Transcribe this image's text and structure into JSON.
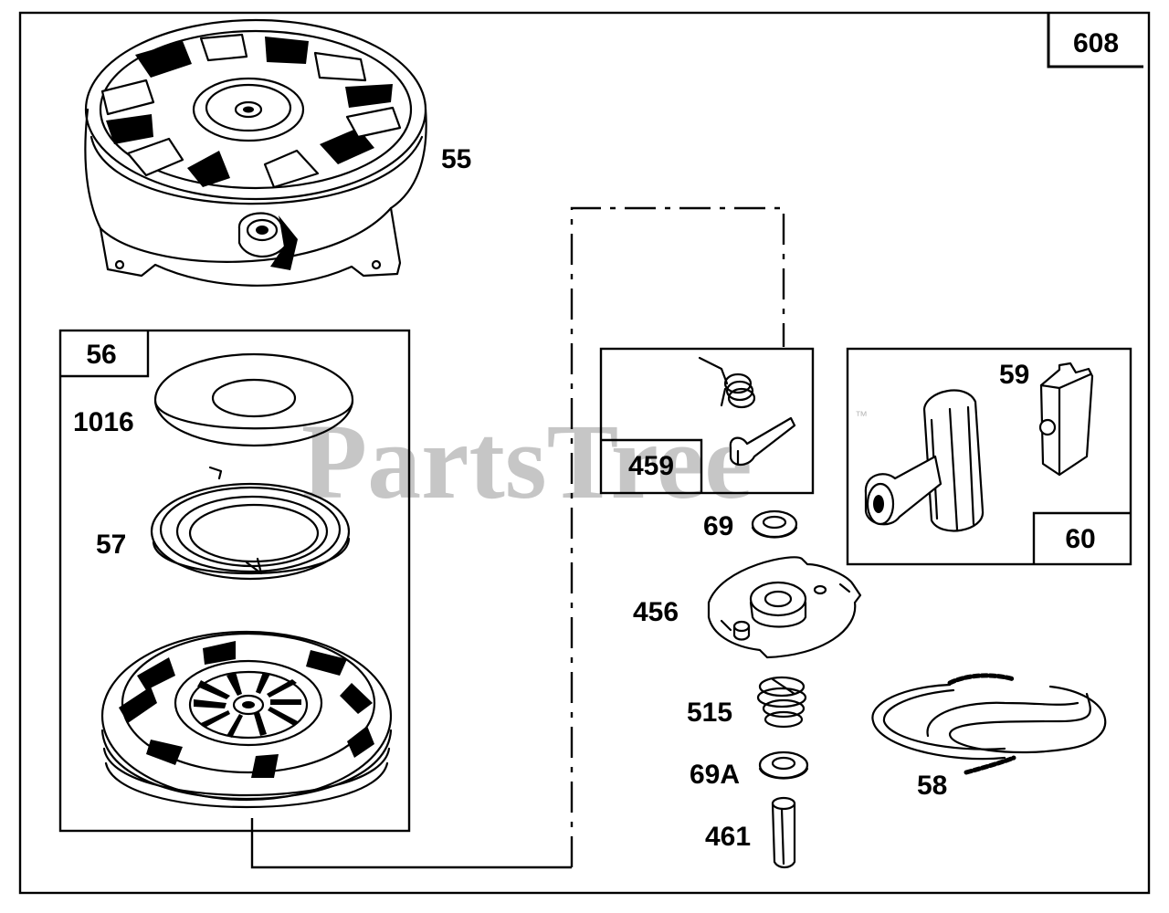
{
  "diagram": {
    "frame_number": "608",
    "watermark": "PartsTree",
    "watermark_mark": "™",
    "parts": [
      {
        "id": "housing",
        "callout": "55"
      },
      {
        "id": "washer-1016",
        "callout": "1016"
      },
      {
        "id": "spring-57",
        "callout": "57"
      },
      {
        "id": "cup-69",
        "callout": "69"
      },
      {
        "id": "retainer-456",
        "callout": "456"
      },
      {
        "id": "spring-515",
        "callout": "515"
      },
      {
        "id": "washer-69a",
        "callout": "69A"
      },
      {
        "id": "pin-461",
        "callout": "461"
      },
      {
        "id": "rope-58",
        "callout": "58"
      },
      {
        "id": "insert-59",
        "callout": "59"
      }
    ],
    "groups": [
      {
        "id": "pulley-assembly",
        "callout": "56"
      },
      {
        "id": "pawl-kit",
        "callout": "459"
      },
      {
        "id": "handle-kit",
        "callout": "60"
      }
    ]
  }
}
